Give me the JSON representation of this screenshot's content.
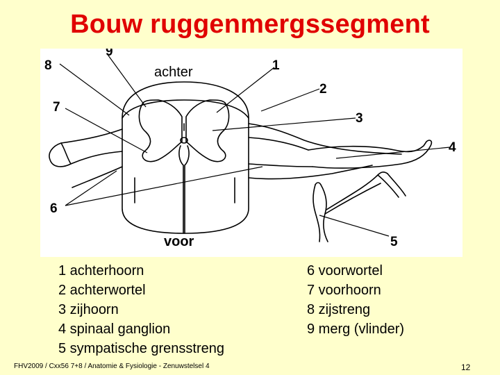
{
  "title": "Bouw ruggenmergssegment",
  "diagram": {
    "top_text": "achter",
    "bottom_text": "voor",
    "numbers": [
      "1",
      "2",
      "3",
      "4",
      "5",
      "6",
      "7",
      "8",
      "9"
    ]
  },
  "legend_left": [
    "1 achterhoorn",
    "2 achterwortel",
    "3 zijhoorn",
    "4 spinaal ganglion",
    "5 sympatische grensstreng"
  ],
  "legend_right": [
    "6 voorwortel",
    "7 voorhoorn",
    "8 zijstreng",
    "9 merg (vlinder)"
  ],
  "footer": "FHV2009 / Cxx56 7+8 / Anatomie & Fysiologie - Zenuwstelsel 4",
  "page_number": "12"
}
